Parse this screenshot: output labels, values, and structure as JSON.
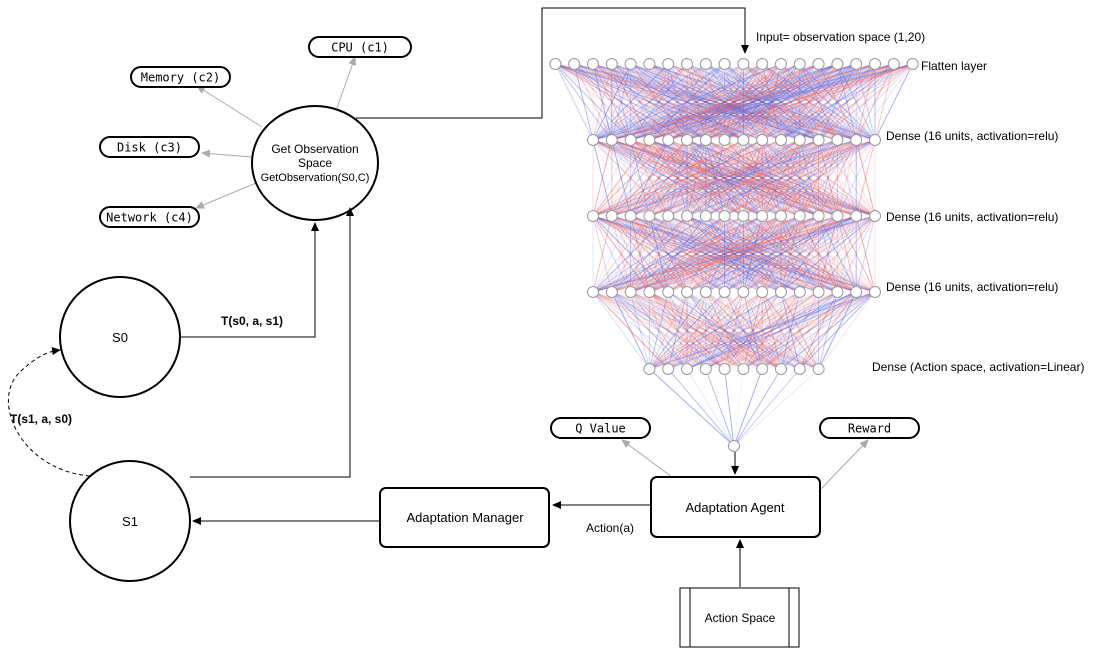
{
  "metric_nodes": [
    {
      "id": "cpu",
      "label": "CPU (c1)"
    },
    {
      "id": "memory",
      "label": "Memory (c2)"
    },
    {
      "id": "disk",
      "label": "Disk (c3)"
    },
    {
      "id": "network",
      "label": "Network (c4)"
    }
  ],
  "observation": {
    "title_line1": "Get Observation",
    "title_line2": "Space",
    "call": "GetObservation(S0,C)"
  },
  "states": {
    "s0": "S0",
    "s1": "S1"
  },
  "transitions": {
    "s0_to_obs": "T(s0, a, s1)",
    "s1_to_s0": "T(s1, a, s0)"
  },
  "network": {
    "input_label": "Input= observation space (1,20)",
    "layers": [
      {
        "label": "Flatten layer",
        "units": 20
      },
      {
        "label": "Dense (16 units, activation=relu)",
        "units": 16
      },
      {
        "label": "Dense (16 units, activation=relu)",
        "units": 16
      },
      {
        "label": "Dense (16 units, activation=relu)",
        "units": 16
      },
      {
        "label": "Dense (Action space, activation=Linear)",
        "units": 10
      },
      {
        "label": "",
        "units": 1
      }
    ],
    "positive_weight_color": "#e34a4a",
    "negative_weight_color": "#4a5ae3"
  },
  "outputs": {
    "q_value": "Q Value",
    "reward": "Reward"
  },
  "agent": {
    "name": "Adaptation Agent",
    "action_label": "Action(a)"
  },
  "manager": {
    "name": "Adaptation Manager"
  },
  "action_space": {
    "name": "Action Space"
  }
}
